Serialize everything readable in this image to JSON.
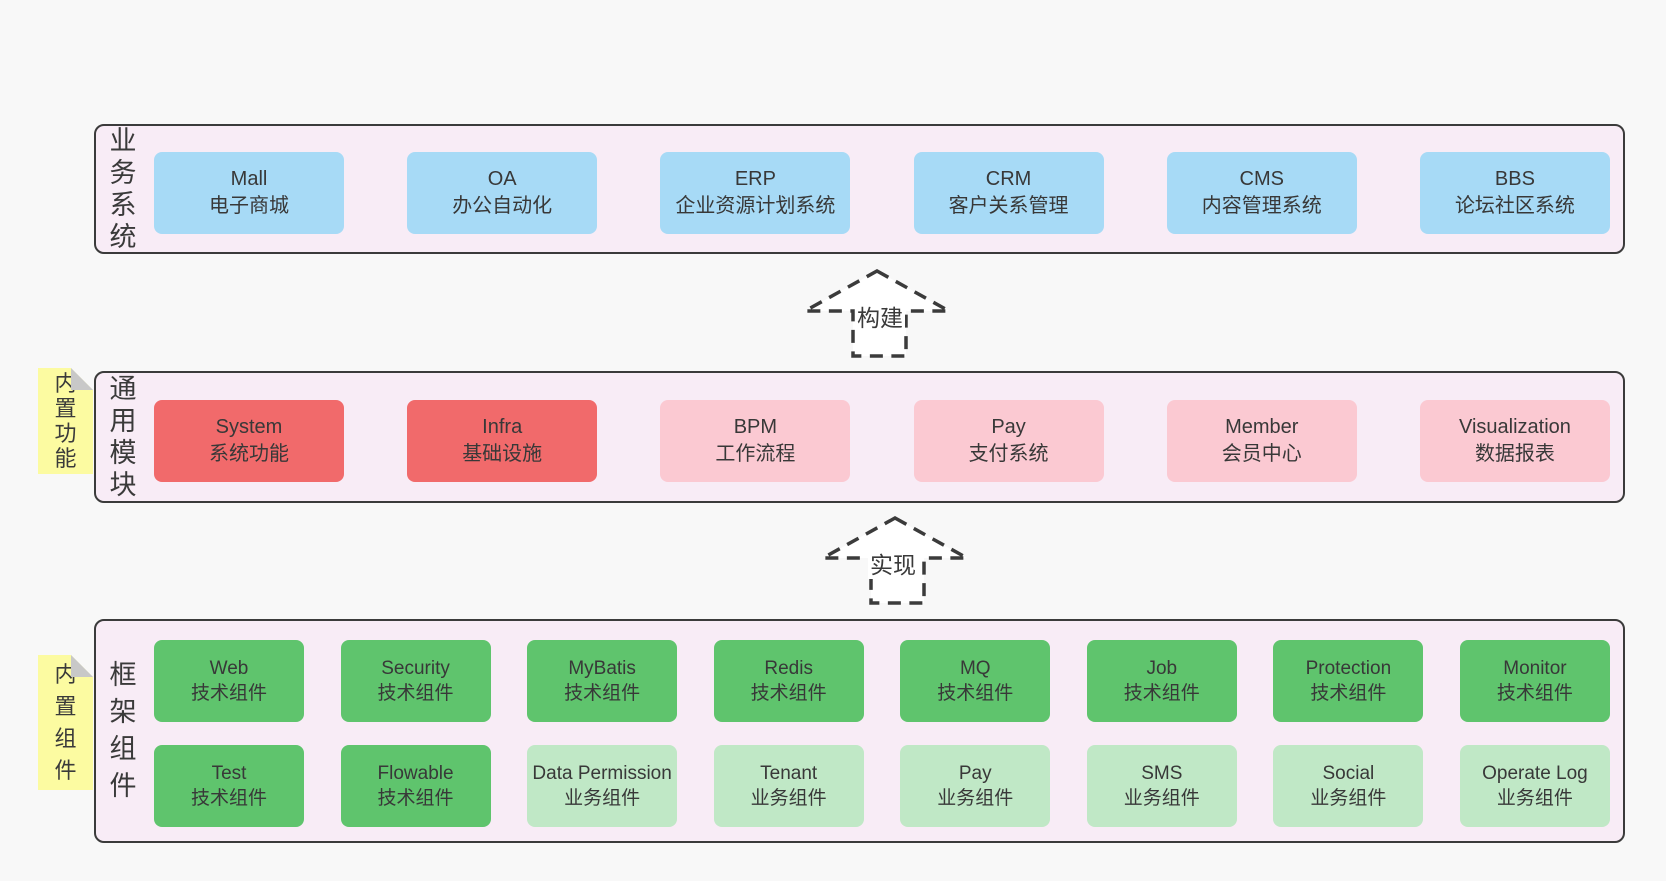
{
  "colors": {
    "page_bg": "#f8f8f8",
    "panel_bg": "#f8ecf6",
    "panel_border": "#3b3b3b",
    "box_blue": "#a7daf6",
    "box_red": "#f16a6b",
    "box_pink": "#fbc9d2",
    "box_green_dark": "#5fc46d",
    "box_green_light": "#c0e8c6",
    "tag_yellow": "#fcfba1",
    "tag_fold_gray": "#c8c8c8",
    "text": "#3a3a3a"
  },
  "sections": {
    "business": {
      "label": "业务系统",
      "boxes": [
        {
          "en": "Mall",
          "zh": "电子商城"
        },
        {
          "en": "OA",
          "zh": "办公自动化"
        },
        {
          "en": "ERP",
          "zh": "企业资源计划系统"
        },
        {
          "en": "CRM",
          "zh": "客户关系管理"
        },
        {
          "en": "CMS",
          "zh": "内容管理系统"
        },
        {
          "en": "BBS",
          "zh": "论坛社区系统"
        }
      ]
    },
    "modules": {
      "label": "通用模块",
      "tag": "内置功能",
      "boxes": [
        {
          "en": "System",
          "zh": "系统功能"
        },
        {
          "en": "Infra",
          "zh": "基础设施"
        },
        {
          "en": "BPM",
          "zh": "工作流程"
        },
        {
          "en": "Pay",
          "zh": "支付系统"
        },
        {
          "en": "Member",
          "zh": "会员中心"
        },
        {
          "en": "Visualization",
          "zh": "数据报表"
        }
      ]
    },
    "components": {
      "label": "框架组件",
      "tag": "内置组件",
      "row1": [
        {
          "en": "Web",
          "zh": "技术组件"
        },
        {
          "en": "Security",
          "zh": "技术组件"
        },
        {
          "en": "MyBatis",
          "zh": "技术组件"
        },
        {
          "en": "Redis",
          "zh": "技术组件"
        },
        {
          "en": "MQ",
          "zh": "技术组件"
        },
        {
          "en": "Job",
          "zh": "技术组件"
        },
        {
          "en": "Protection",
          "zh": "技术组件"
        },
        {
          "en": "Monitor",
          "zh": "技术组件"
        }
      ],
      "row2": [
        {
          "en": "Test",
          "zh": "技术组件"
        },
        {
          "en": "Flowable",
          "zh": "技术组件"
        },
        {
          "en": "Data Permission",
          "zh": "业务组件"
        },
        {
          "en": "Tenant",
          "zh": "业务组件"
        },
        {
          "en": "Pay",
          "zh": "业务组件"
        },
        {
          "en": "SMS",
          "zh": "业务组件"
        },
        {
          "en": "Social",
          "zh": "业务组件"
        },
        {
          "en": "Operate Log",
          "zh": "业务组件"
        }
      ]
    }
  },
  "arrows": {
    "build": {
      "label": "构建"
    },
    "implement": {
      "label": "实现"
    }
  }
}
